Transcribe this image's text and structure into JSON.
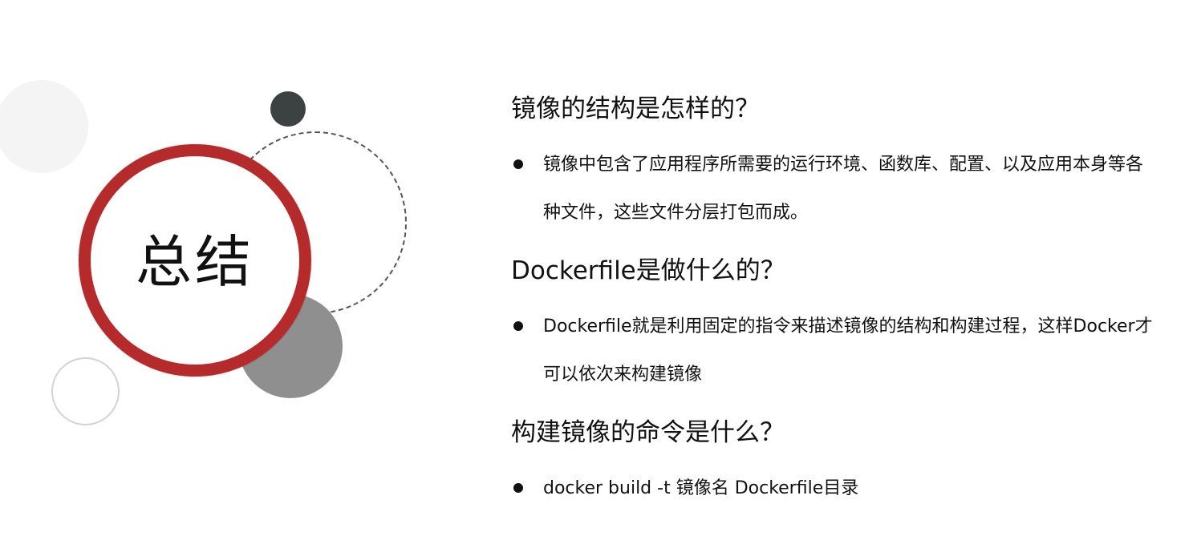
{
  "title": "总结",
  "sections": [
    {
      "question": "镜像的结构是怎样的？",
      "answer": "镜像中包含了应用程序所需要的运行环境、函数库、配置、以及应用本身等各种文件，这些文件分层打包而成。"
    },
    {
      "question": "Dockerfile是做什么的？",
      "answer": "Dockerfile就是利用固定的指令来描述镜像的结构和构建过程，这样Docker才可以依次来构建镜像"
    },
    {
      "question": "构建镜像的命令是什么？",
      "answer": "docker build -t 镜像名 Dockerfile目录"
    }
  ],
  "colors": {
    "accent_red": "#b52b2b",
    "dark_dot": "#3c4242",
    "gray_circle": "#8f8f8f",
    "light_circle": "#f4f4f4"
  }
}
